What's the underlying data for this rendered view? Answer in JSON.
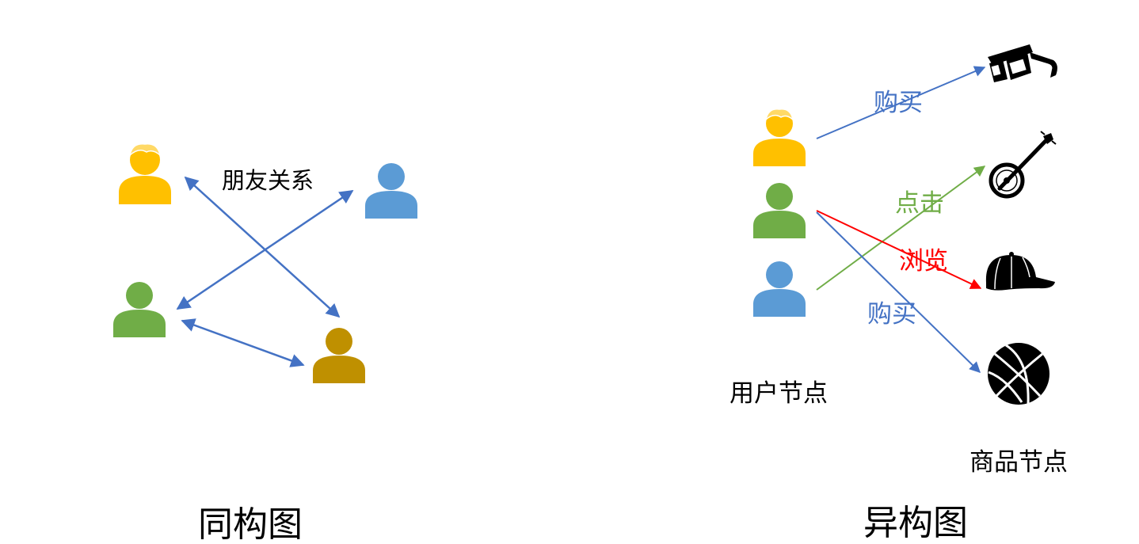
{
  "homogeneous": {
    "title": "同构图",
    "edge_label": "朋友关系",
    "nodes": [
      {
        "id": "u-yellow",
        "kind": "user",
        "color": "#FFC000",
        "hair": true
      },
      {
        "id": "u-blue",
        "kind": "user",
        "color": "#5B9BD5",
        "hair": false
      },
      {
        "id": "u-green",
        "kind": "user",
        "color": "#70AD47",
        "hair": false
      },
      {
        "id": "u-gold",
        "kind": "user",
        "color": "#BF9000",
        "hair": false
      }
    ],
    "edges": [
      {
        "from": "u-yellow",
        "to": "u-gold",
        "color": "#4472C4",
        "bidirectional": true
      },
      {
        "from": "u-green",
        "to": "u-blue",
        "color": "#4472C4",
        "bidirectional": true
      },
      {
        "from": "u-green",
        "to": "u-gold",
        "color": "#4472C4",
        "bidirectional": true
      }
    ]
  },
  "heterogeneous": {
    "title": "异构图",
    "user_group_label": "用户节点",
    "item_group_label": "商品节点",
    "users": [
      {
        "id": "h-yellow",
        "color": "#FFC000",
        "hair": true
      },
      {
        "id": "h-green",
        "color": "#70AD47",
        "hair": false
      },
      {
        "id": "h-blue",
        "color": "#5B9BD5",
        "hair": false
      }
    ],
    "items": [
      {
        "id": "glasses",
        "icon": "3d-glasses-icon"
      },
      {
        "id": "banjo",
        "icon": "banjo-icon"
      },
      {
        "id": "cap",
        "icon": "baseball-cap-icon"
      },
      {
        "id": "ball",
        "icon": "basketball-icon"
      }
    ],
    "edges": [
      {
        "from": "h-yellow",
        "to": "glasses",
        "label": "购买",
        "color": "#4472C4"
      },
      {
        "from": "h-blue",
        "to": "banjo",
        "label": "点击",
        "color": "#70AD47"
      },
      {
        "from": "h-green",
        "to": "cap",
        "label": "浏览",
        "color": "#FF0000"
      },
      {
        "from": "h-green",
        "to": "ball",
        "label": "购买",
        "color": "#4472C4"
      }
    ]
  }
}
